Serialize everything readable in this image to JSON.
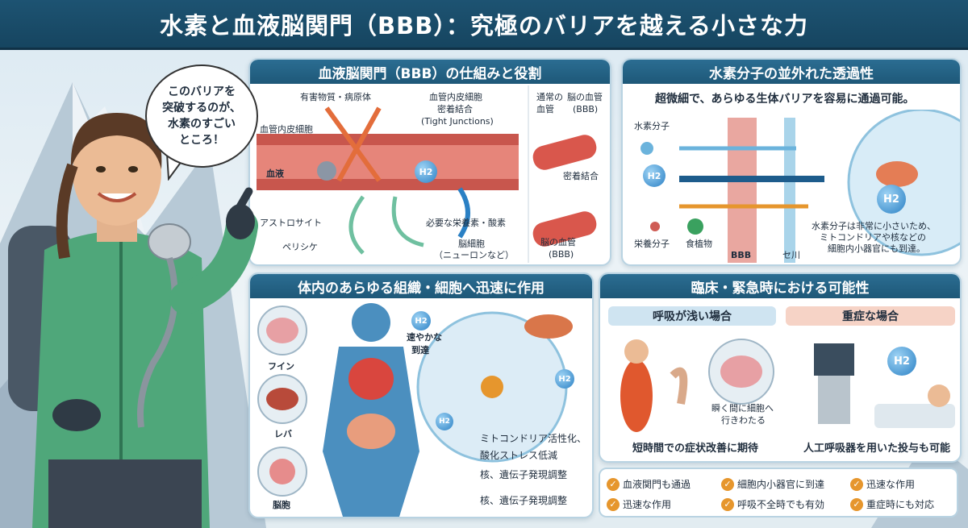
{
  "title": "水素と血液脳関門（BBB）：究極のバリアを越える小さな力",
  "speech": [
    "このバリアを",
    "突破するのが、",
    "水素のすごい",
    "ところ！"
  ],
  "panel1": {
    "heading": "血液脳関門（BBB）の仕組みと役割",
    "labels": {
      "harmful": "有害物質・病原体",
      "endothelial_top": "血管内皮細胞",
      "tight1": "密着結合",
      "tight2": "(Tight Junctions)",
      "endothelial_left": "血管内皮細胞",
      "blood": "血液",
      "astrocyte": "アストロサイト",
      "pericyte": "ペリシケ",
      "nutrients": "必要な栄養素・酸素",
      "neuron1": "脳細胞",
      "neuron2": "（ニューロンなど）",
      "normal1": "通常の",
      "normal2": "血管",
      "brainv1": "脳の血管",
      "brainv2": "(BBB)",
      "tight_junction": "密着結合",
      "brainv3": "脳の血管",
      "brainv4": "(BBB)"
    }
  },
  "panel2": {
    "heading": "水素分子の並外れた透過性",
    "subtitle": "超微細で、あらゆる生体バリアを容易に通過可能。",
    "labels": {
      "h2_molecule": "水素分子",
      "nutrient": "栄養分子",
      "food": "食植物",
      "bbb": "BBB",
      "cell": "セ川",
      "note1": "水素分子は非常に小さいため、",
      "note2": "ミトコンドリアや核などの",
      "note3": "細胞内小器官にも到達。"
    }
  },
  "panel3": {
    "heading": "体内のあらゆる組織・細胞へ迅速に作用",
    "labels": {
      "brain": "フイン",
      "liver": "レバ",
      "cell": "脳胞",
      "fast1": "速やかな",
      "fast2": "到達",
      "effect1a": "ミトコンドリア活性化、",
      "effect1b": "酸化ストレス低減",
      "effect2": "核、遺伝子発現調整",
      "effect3": "核、遺伝子発現調整"
    }
  },
  "panel4": {
    "heading": "臨床・緊急時における可能性",
    "shallow": "呼吸が浅い場合",
    "severe": "重症な場合",
    "instant1": "瞬く間に細胞へ",
    "instant2": "行きわたる",
    "caption_left": "短時間での症状改善に期待",
    "caption_right": "人工呼吸器を用いた投与も可能"
  },
  "h2_text": "H2",
  "checks": [
    "血液関門も通過",
    "細胞内小器官に到達",
    "迅速な作用",
    "迅速な作用",
    "呼吸不全時でも有効",
    "重症時にも対応"
  ],
  "colors": {
    "title_bg": "#1d5372",
    "panel_head": "#2b6d92",
    "accent_orange": "#e6962d",
    "h2_blue": "#2a80c4"
  }
}
